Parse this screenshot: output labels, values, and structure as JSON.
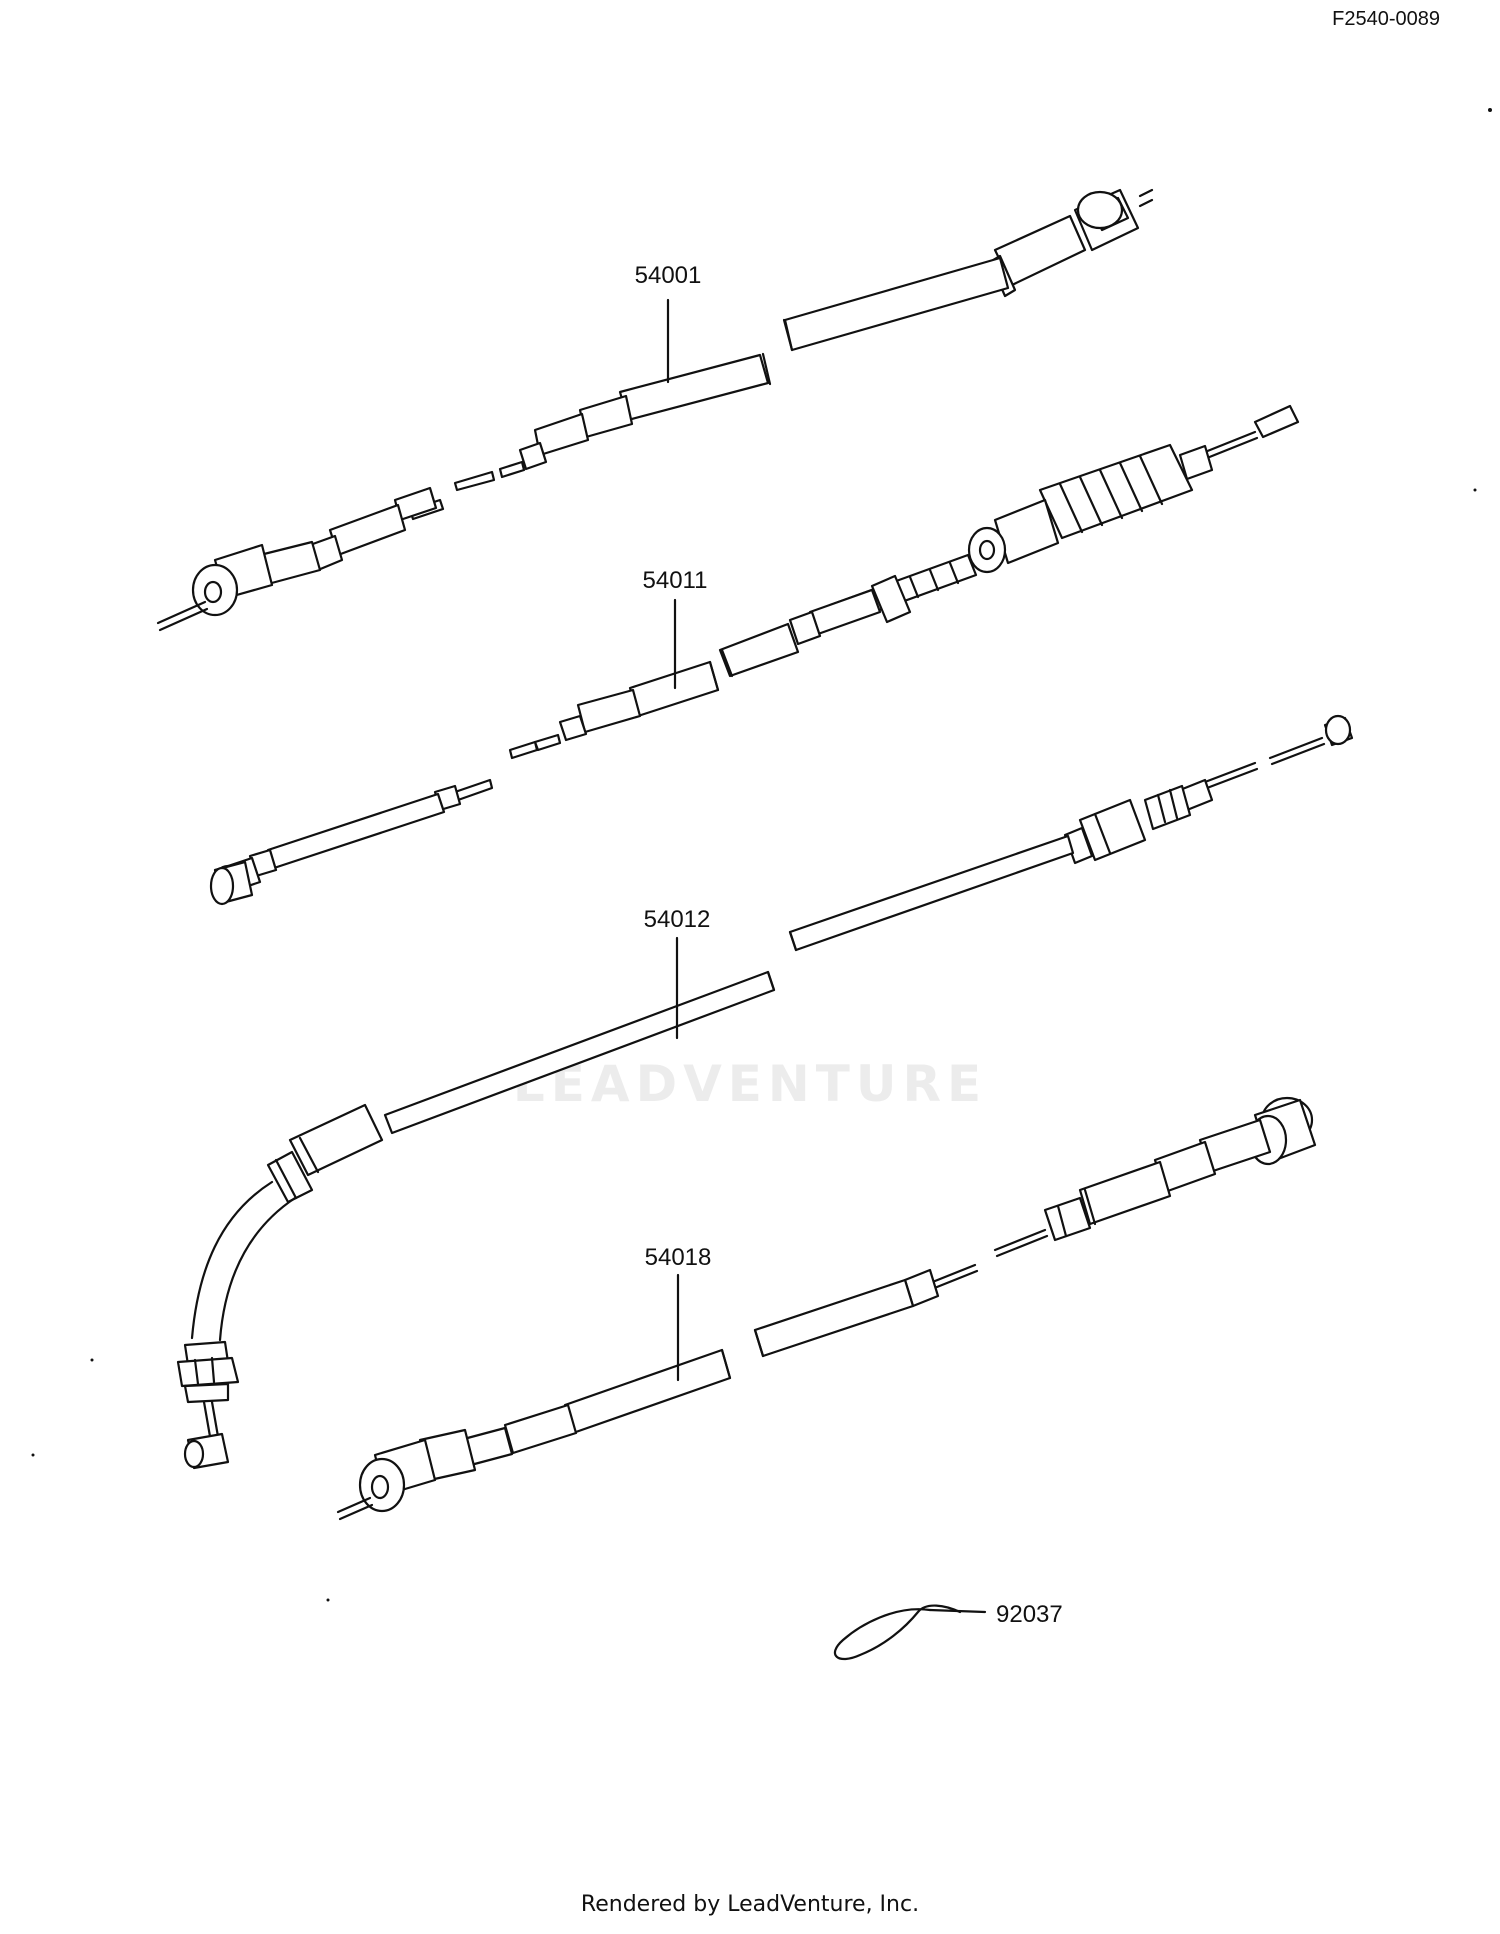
{
  "header": {
    "diagram_code": "F2540-0089"
  },
  "watermark": {
    "text": "LEADVENTURE"
  },
  "parts": [
    {
      "number": "54001"
    },
    {
      "number": "54011"
    },
    {
      "number": "54012"
    },
    {
      "number": "54018"
    },
    {
      "number": "92037"
    }
  ],
  "footer": {
    "credit": "Rendered by LeadVenture, Inc."
  }
}
